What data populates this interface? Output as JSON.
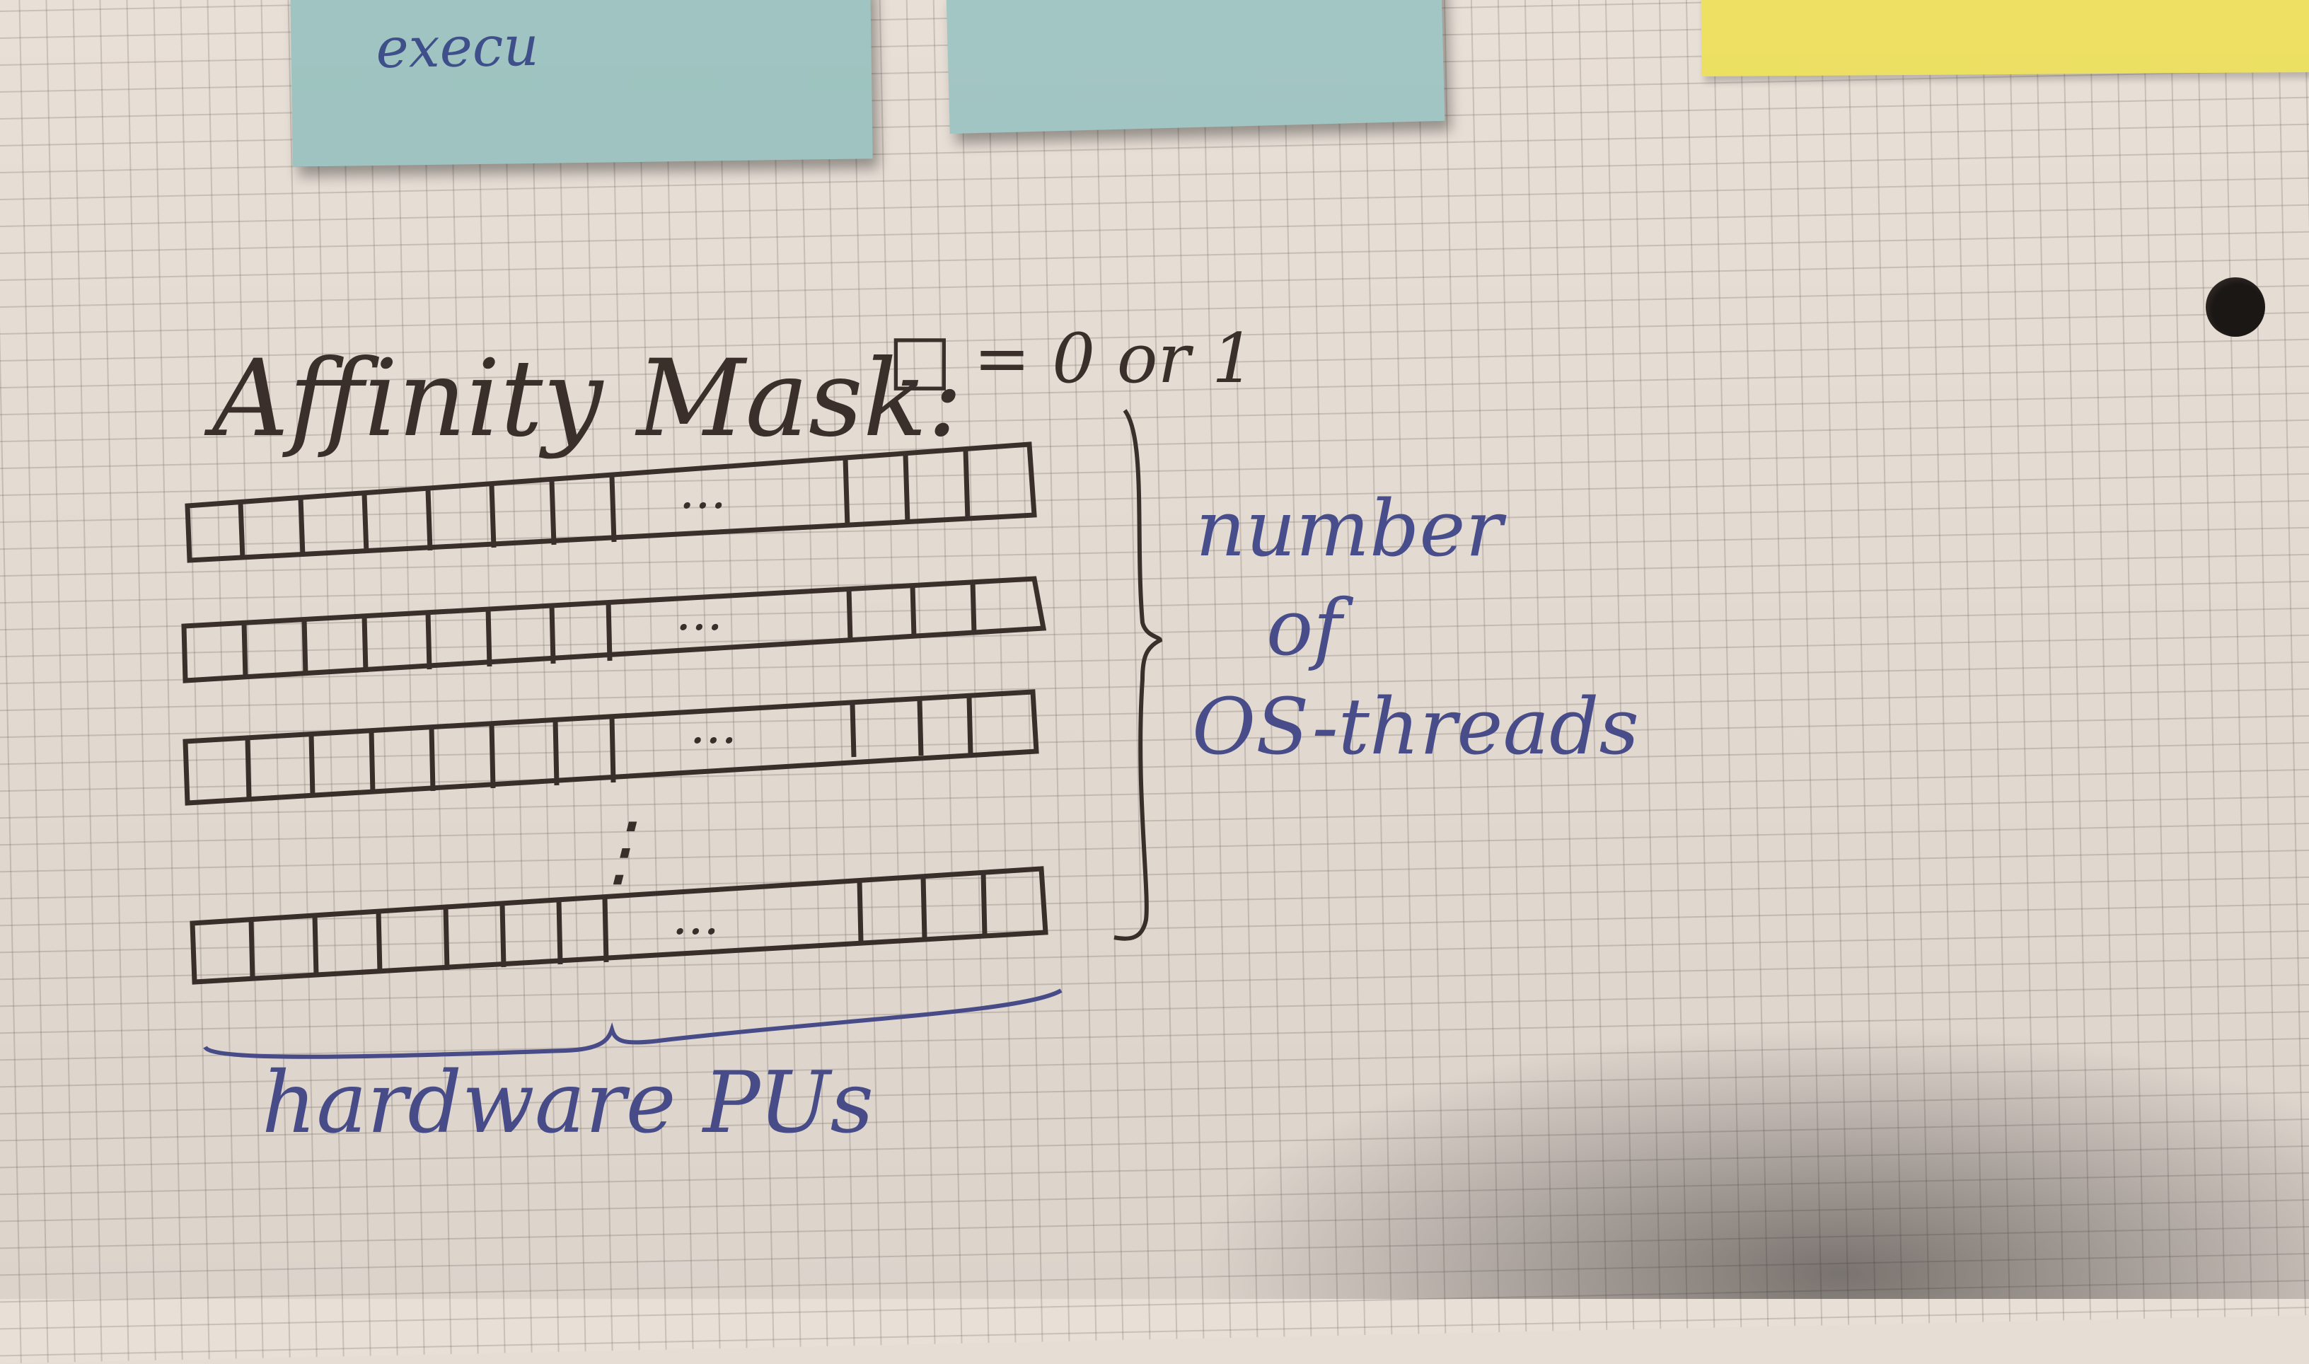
{
  "sticky_notes": {
    "blue_note_text": "execu"
  },
  "diagram": {
    "title": "Affinity Mask:",
    "legend": "□ = 0 or 1",
    "ellipsis": "...",
    "vertical_ellipsis": "⋮",
    "right_label_line1": "number",
    "right_label_line2": "of",
    "right_label_line3": "OS-threads",
    "bottom_label": "hardware PUs"
  },
  "colors": {
    "pencil": "#3b302b",
    "blue_ink": "#4a4f8e"
  }
}
